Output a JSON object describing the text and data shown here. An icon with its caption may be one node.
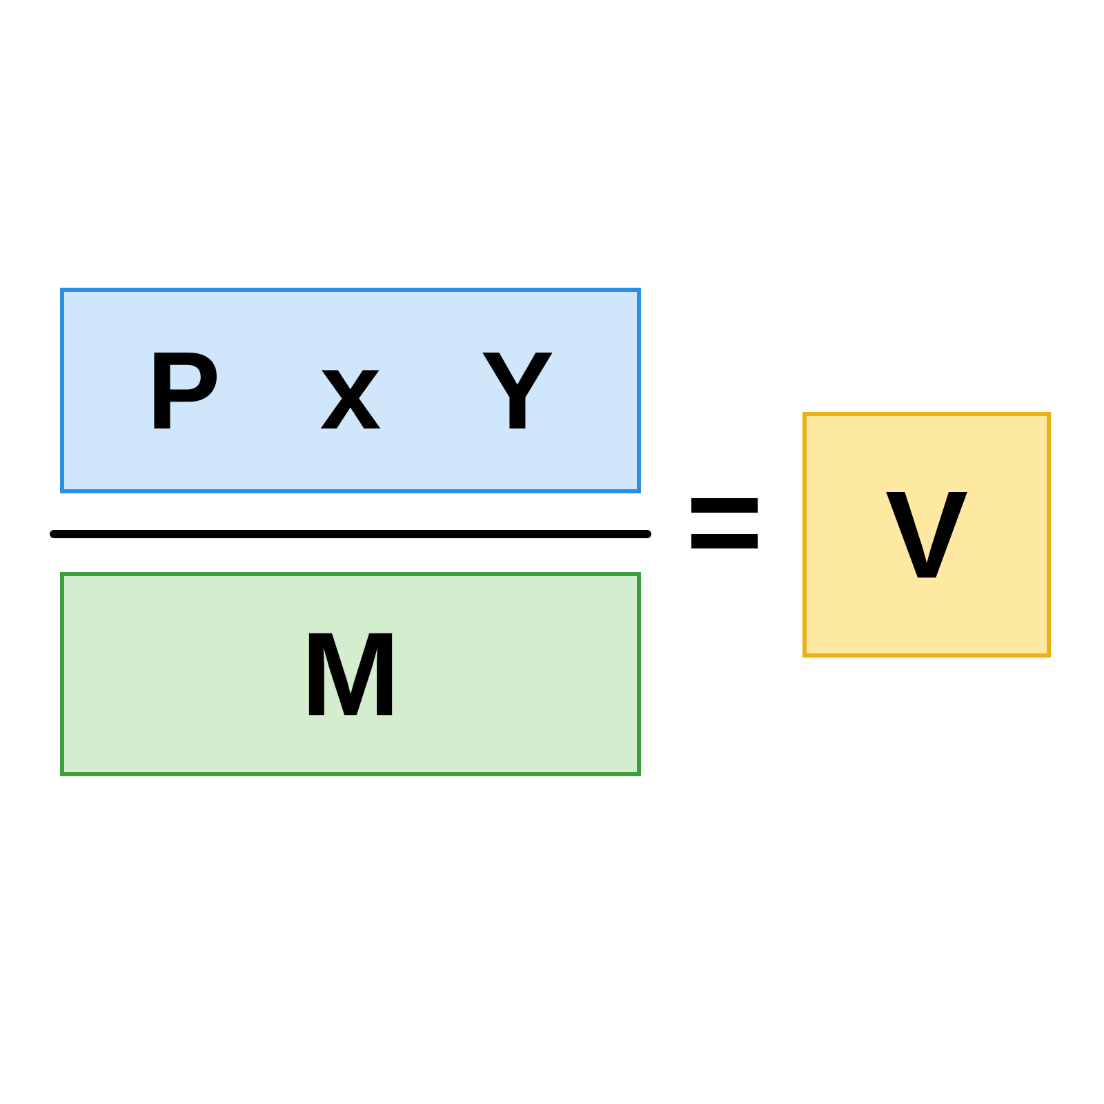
{
  "diagram": {
    "nodes": [
      {
        "text": [
          "P x Y"
        ]
      },
      {
        "text": [
          "M"
        ]
      },
      {
        "text": [
          "V"
        ]
      }
    ],
    "labels": [
      "="
    ]
  }
}
